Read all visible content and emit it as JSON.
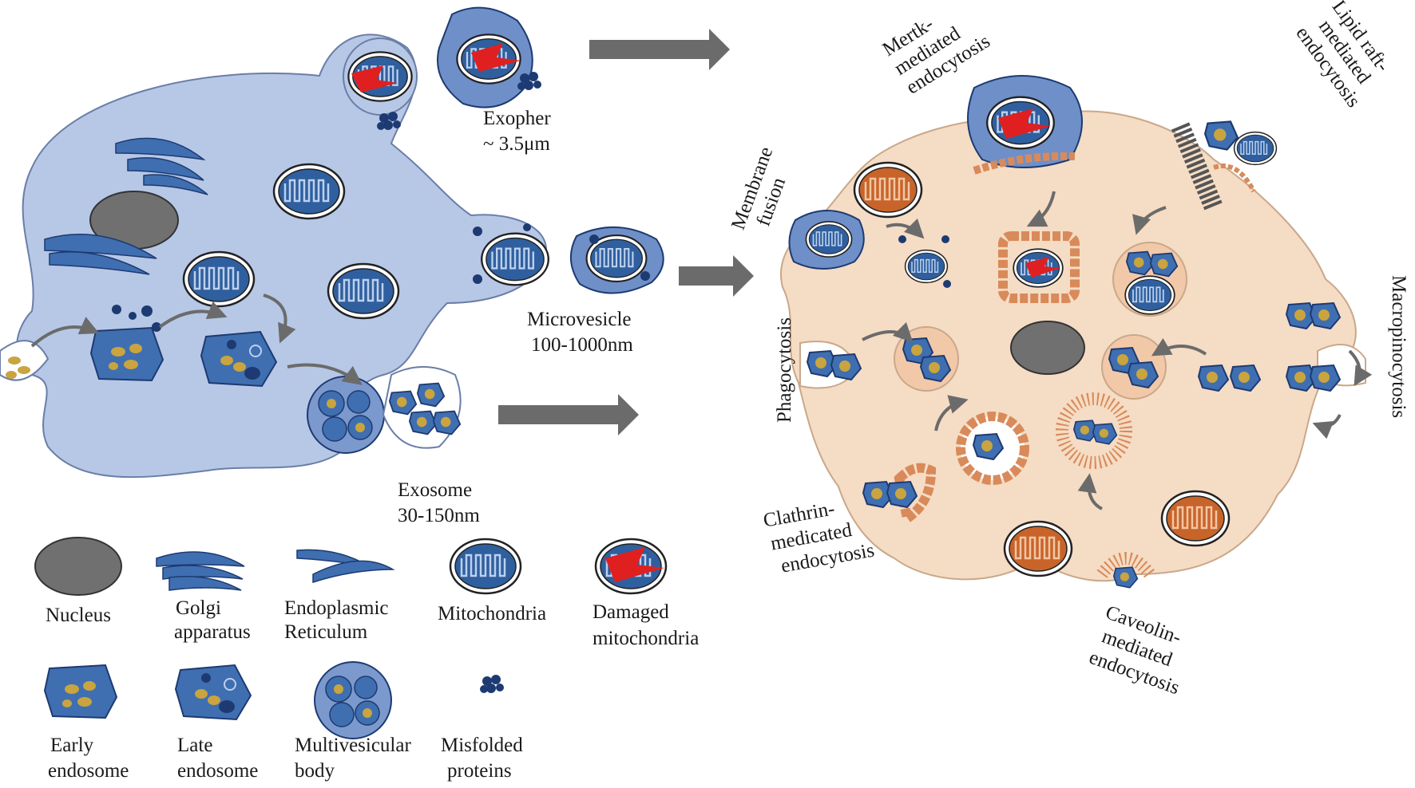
{
  "colors": {
    "donor_cell_fill": "#b7c7e6",
    "recipient_cell_fill": "#f5dcc4",
    "organelle_blue": "#2f5f9e",
    "organelle_dark": "#1d3a72",
    "cargo_gold": "#c9a43f",
    "nucleus_gray": "#707070",
    "clathrin_orange": "#d98a5a",
    "damage_red": "#e02020",
    "mito_orange": "#c8642a",
    "arrow_gray": "#6b6b6b"
  },
  "labels": {
    "exopher_name": "Exopher",
    "exopher_size": "~ 3.5μm",
    "microvesicle_name": "Microvesicle",
    "microvesicle_size": "100-1000nm",
    "exosome_name": "Exosome",
    "exosome_size": "30-150nm",
    "mertk_line1": "Mertk-",
    "mertk_line2": "mediated",
    "mertk_line3": "endocytosis",
    "lipid_line1": "Lipid raft-",
    "lipid_line2": "mediated",
    "lipid_line3": "endocytosis",
    "membrane_line1": "Membrane",
    "membrane_line2": "fusion",
    "phagocytosis": "Phagocytosis",
    "macropinocytosis": "Macropinocytosis",
    "clathrin_line1": "Clathrin-",
    "clathrin_line2": "medicated",
    "clathrin_line3": "endocytosis",
    "caveolin_line1": "Caveolin-",
    "caveolin_line2": "mediated",
    "caveolin_line3": "endocytosis"
  },
  "legend": {
    "nucleus": "Nucleus",
    "golgi_line1": "Golgi",
    "golgi_line2": "apparatus",
    "er_line1": "Endoplasmic",
    "er_line2": "Reticulum",
    "mitochondria": "Mitochondria",
    "damaged_line1": "Damaged",
    "damaged_line2": "mitochondria",
    "early_line1": "Early",
    "early_line2": "endosome",
    "late_line1": "Late",
    "late_line2": "endosome",
    "mvb_line1": "Multivesicular",
    "mvb_line2": "body",
    "misfolded_line1": "Misfolded",
    "misfolded_line2": "proteins"
  }
}
